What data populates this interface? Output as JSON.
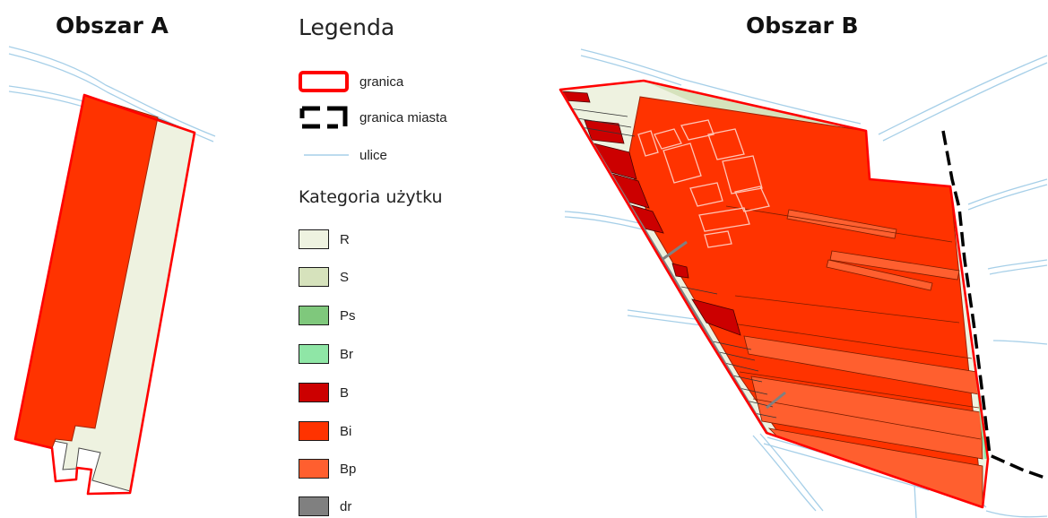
{
  "titles": {
    "area_a": "Obszar A",
    "area_b": "Obszar B"
  },
  "legend": {
    "title": "Legenda",
    "symbols": [
      {
        "label": "granica",
        "color": "#ff0000"
      },
      {
        "label": "granica miasta",
        "color": "#000000"
      },
      {
        "label": "ulice",
        "color": "#a6cfe8"
      }
    ],
    "category_title": "Kategoria użytku",
    "categories": [
      {
        "code": "R",
        "color": "#eef2e0"
      },
      {
        "code": "S",
        "color": "#d6e2bc"
      },
      {
        "code": "Ps",
        "color": "#7fc87c"
      },
      {
        "code": "Br",
        "color": "#8fe6a6"
      },
      {
        "code": "B",
        "color": "#cc0000"
      },
      {
        "code": "Bi",
        "color": "#ff3300"
      },
      {
        "code": "Bp",
        "color": "#ff5f2f"
      },
      {
        "code": "dr",
        "color": "#808080"
      }
    ]
  }
}
